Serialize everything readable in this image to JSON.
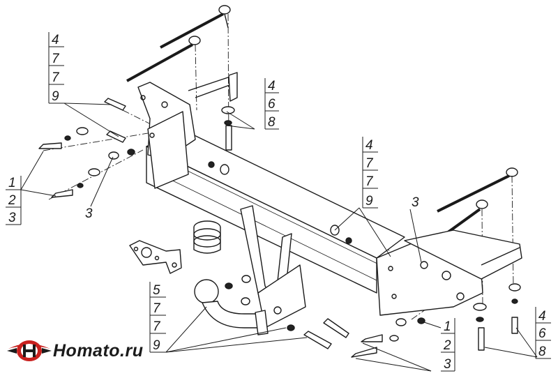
{
  "callouts": {
    "top_left_stack": [
      "4",
      "7",
      "7",
      "9"
    ],
    "left_stack": [
      "1",
      "2",
      "3"
    ],
    "left_label": "3",
    "upper_mid_stack": [
      "4",
      "6",
      "8"
    ],
    "center_stack": [
      "4",
      "7",
      "7",
      "9"
    ],
    "right_label": "3",
    "bottom_left_stack": [
      "5",
      "7",
      "7",
      "9"
    ],
    "bottom_mid_stack": [
      "1",
      "2",
      "3"
    ],
    "bottom_right_stack": [
      "4",
      "6",
      "8"
    ]
  },
  "logo": {
    "text": "Homato.ru",
    "colors": {
      "red": "#c8201e",
      "dark": "#1b1b1b"
    }
  }
}
